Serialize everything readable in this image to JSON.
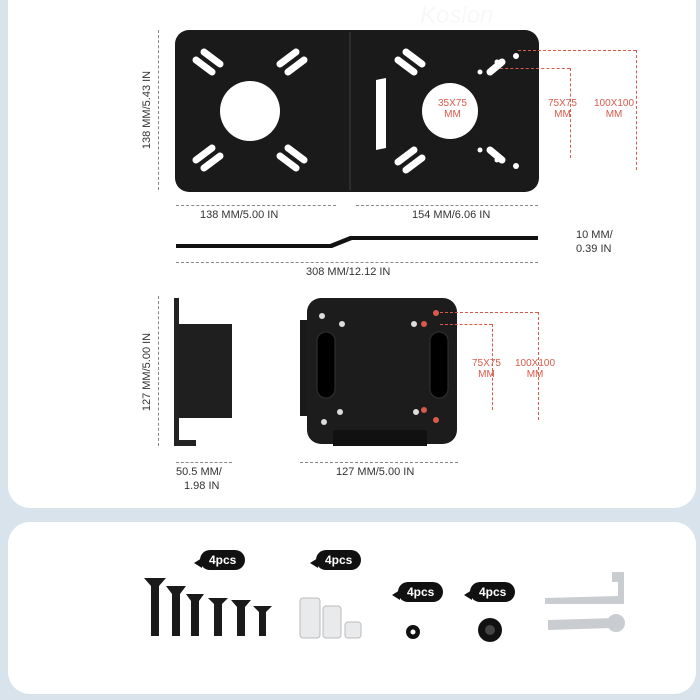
{
  "dimensions": {
    "plate_height": "138 MM/5.43 IN",
    "left_width": "138 MM/5.00 IN",
    "right_width": "154 MM/6.06 IN",
    "thickness_line1": "10 MM/",
    "thickness_line2": "0.39 IN",
    "total_width": "308 MM/12.12 IN",
    "bracket_height": "127 MM/5.00 IN",
    "bracket_depth_line1": "50.5 MM/",
    "bracket_depth_line2": "1.98 IN",
    "bracket_width": "127 MM/5.00 IN"
  },
  "vesa_plate": {
    "v1_line1": "35X75",
    "v1_line2": "MM",
    "v2_line1": "75X75",
    "v2_line2": "MM",
    "v3_line1": "100X100",
    "v3_line2": "MM"
  },
  "vesa_bracket": {
    "v1_line1": "75X75",
    "v1_line2": "MM",
    "v2_line1": "100X100",
    "v2_line2": "MM"
  },
  "watermark": "Koslon",
  "accessories": {
    "screws_qty": "4pcs",
    "spacers_qty": "4pcs",
    "washers_qty": "4pcs",
    "nuts_qty": "4pcs"
  },
  "colors": {
    "accent": "#d85a4a",
    "plate": "#1a1a1a",
    "background": "#d8e3ec"
  }
}
